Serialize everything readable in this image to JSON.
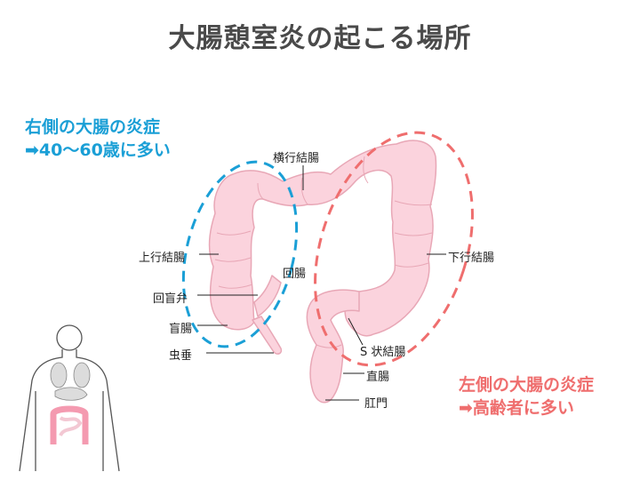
{
  "title": "大腸憩室炎の起こる場所",
  "right_note": {
    "line1": "右側の大腸の炎症",
    "line2": "➡40〜60歳に多い"
  },
  "left_note": {
    "line1": "左側の大腸の炎症",
    "line2": "➡高齢者に多い"
  },
  "labels": {
    "transverse": "横行結腸",
    "ascending": "上行結腸",
    "ileum": "回腸",
    "descending": "下行結腸",
    "ileocecal_valve": "回盲弁",
    "cecum": "盲腸",
    "sigmoid": "S 状結腸",
    "appendix": "虫垂",
    "rectum": "直腸",
    "anus": "肛門"
  },
  "colors": {
    "colon_fill": "#fbd3dd",
    "colon_stroke": "#e8a7b6",
    "right_circle": "#1a9fd6",
    "left_circle": "#ef6e6e",
    "title_text": "#4a4a4a"
  }
}
